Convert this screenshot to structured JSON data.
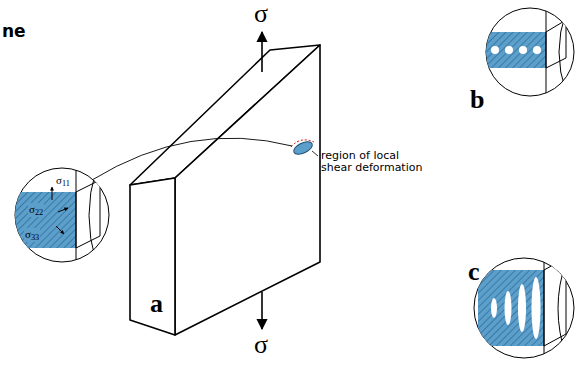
{
  "diagram": {
    "labels": [
      "ne",
      "σ",
      "region of local shear deformation",
      "a",
      "b",
      "c",
      "σ11",
      "σ22",
      "σ33",
      "σ"
    ]
  }
}
